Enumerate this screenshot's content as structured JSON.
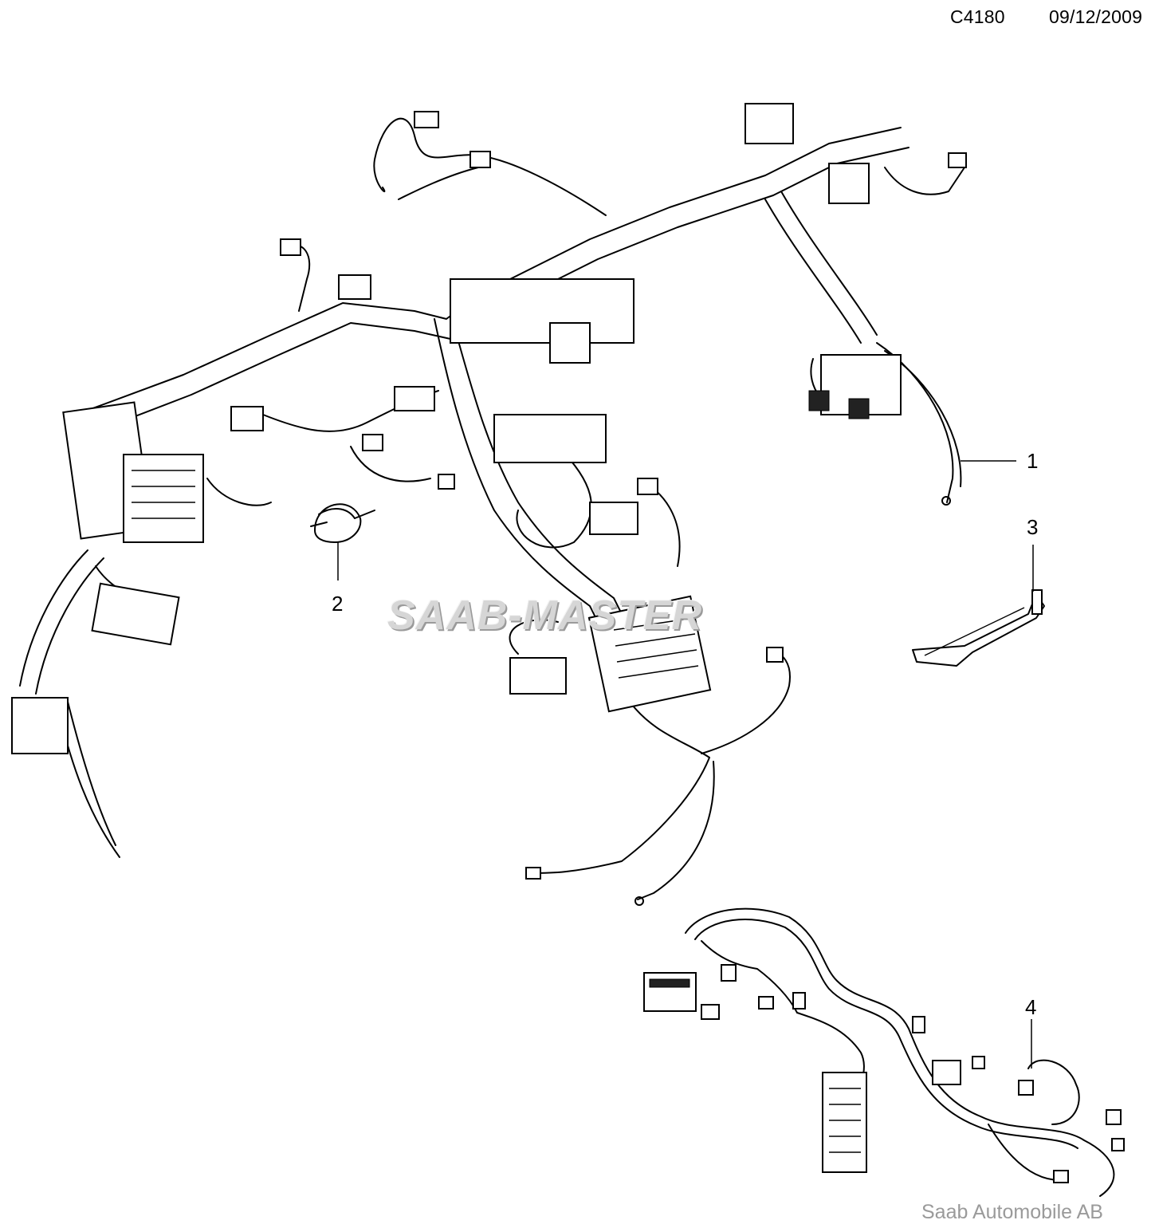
{
  "header": {
    "code": "C4180",
    "date": "09/12/2009"
  },
  "watermark": "SAAB-MASTER",
  "copyright": "Saab Automobile AB",
  "callouts": [
    "1",
    "2",
    "3",
    "4"
  ]
}
